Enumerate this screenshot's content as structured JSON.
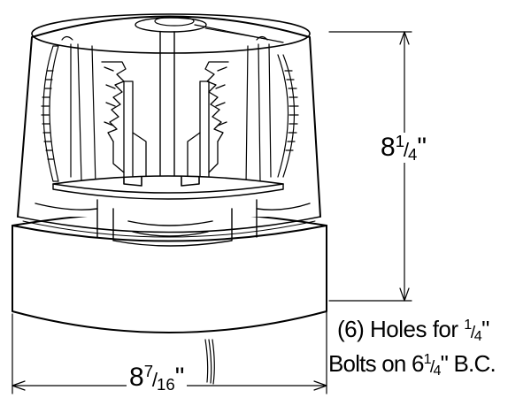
{
  "figure": {
    "type": "technical-line-drawing",
    "subject": "rotating beacon light",
    "colors": {
      "stroke": "#000000",
      "fill": "#ffffff"
    }
  },
  "dimensions": {
    "height": {
      "whole": "8",
      "num": "1",
      "den": "4",
      "unit": "\""
    },
    "diameter": {
      "whole": "8",
      "num": "7",
      "den": "16",
      "unit": "\""
    }
  },
  "note": {
    "line1_prefix": "(6) Holes for ",
    "line1_num": "1",
    "line1_den": "4",
    "line1_unit": "\"",
    "line2_prefix": "Bolts on 6",
    "line2_num": "1",
    "line2_den": "4",
    "line2_suffix": "\" B.C."
  }
}
